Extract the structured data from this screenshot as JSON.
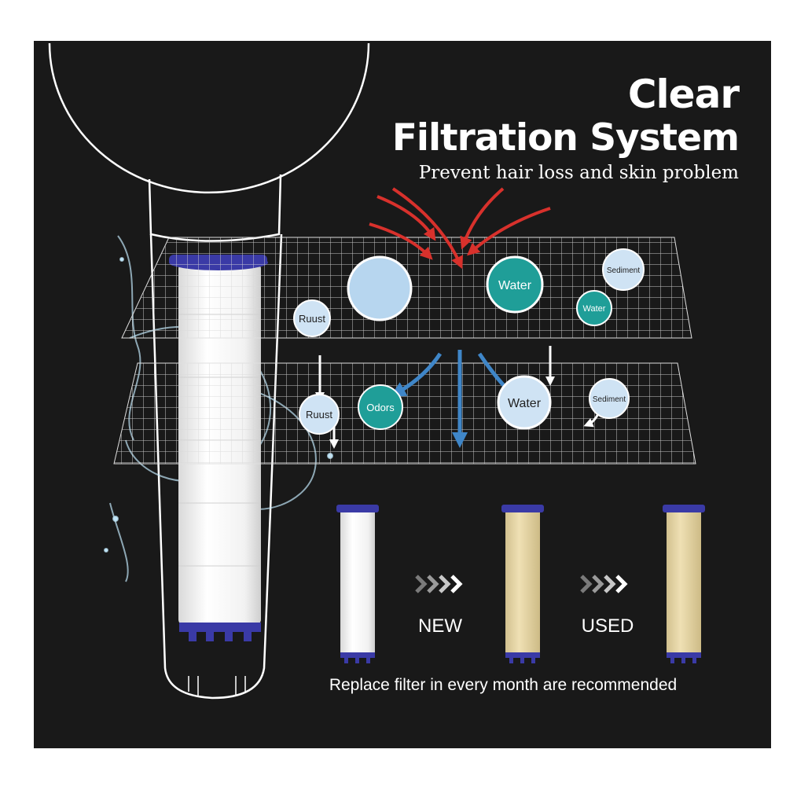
{
  "headline": {
    "line1": "Clear",
    "line2": "Filtration System",
    "subtitle": "Prevent hair loss and skin problem"
  },
  "top_layer_labels": {
    "ruust": "Ruust",
    "water_large": "Water",
    "water_small": "Water",
    "sediment": "Sediment"
  },
  "bottom_layer_labels": {
    "ruust": "Ruust",
    "odors": "Odors",
    "water": "Water",
    "sediment": "Sediment"
  },
  "comparison": {
    "new_label": "NEW",
    "used_label": "USED",
    "note": "Replace filter in every month are recommended"
  },
  "colors": {
    "panel": "#191919",
    "accent_teal": "#1f9e98",
    "bubble_light": "#b7d6ef",
    "cap_blue": "#3a3aa6",
    "arrow_red": "#d8312c",
    "arrow_blue": "#3f86c8",
    "used_filter": "#e7d6a5"
  }
}
